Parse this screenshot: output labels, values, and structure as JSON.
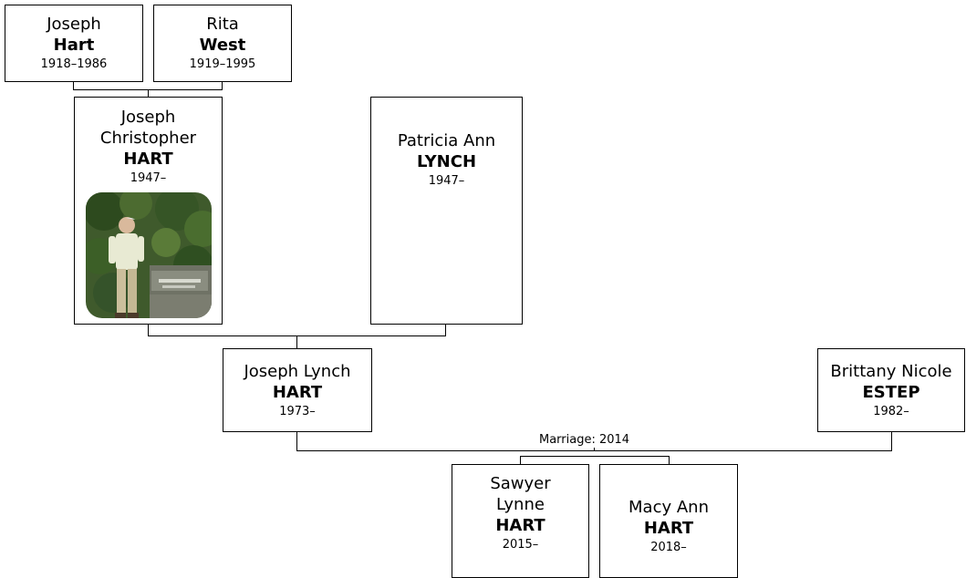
{
  "people": {
    "joseph_hart_sr": {
      "given": "Joseph",
      "surname": "Hart",
      "years": "1918–1986"
    },
    "rita_west": {
      "given": "Rita",
      "surname": "West",
      "years": "1919–1995"
    },
    "joseph_christopher_hart": {
      "given_line1": "Joseph",
      "given_line2": "Christopher",
      "surname": "HART",
      "years": "1947–"
    },
    "patricia_ann_lynch": {
      "given": "Patricia Ann",
      "surname": "LYNCH",
      "years": "1947–"
    },
    "joseph_lynch_hart": {
      "given": "Joseph Lynch",
      "surname": "HART",
      "years": "1973–"
    },
    "brittany_nicole_estep": {
      "given": "Brittany Nicole",
      "surname": "ESTEP",
      "years": "1982–"
    },
    "sawyer_lynne_hart": {
      "given_line1": "Sawyer",
      "given_line2": "Lynne",
      "surname": "HART",
      "years": "2015–"
    },
    "macy_ann_hart": {
      "given": "Macy Ann",
      "surname": "HART",
      "years": "2018–"
    }
  },
  "marriage": {
    "label": "Marriage: 2014"
  },
  "photo": {
    "subject": "man-standing-by-stone-sign-photo"
  }
}
